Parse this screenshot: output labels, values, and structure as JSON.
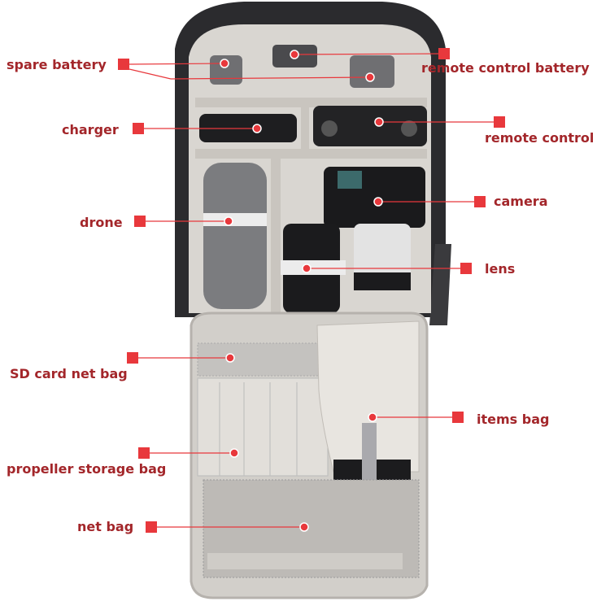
{
  "callouts": {
    "spare_battery": "spare battery",
    "remote_control_battery": "remote control battery",
    "charger": "charger",
    "remote_control": "remote control",
    "drone": "drone",
    "camera": "camera",
    "lens": "lens",
    "sd_card_net_bag": "SD card net bag",
    "items_bag": "items bag",
    "propeller_storage_bag": "propeller storage bag",
    "net_bag": "net bag"
  },
  "colors": {
    "label_text": "#a3262a",
    "marker": "#e8383c",
    "bag_interior": "#d9d6d1",
    "bag_shell": "#2b2b2e"
  }
}
